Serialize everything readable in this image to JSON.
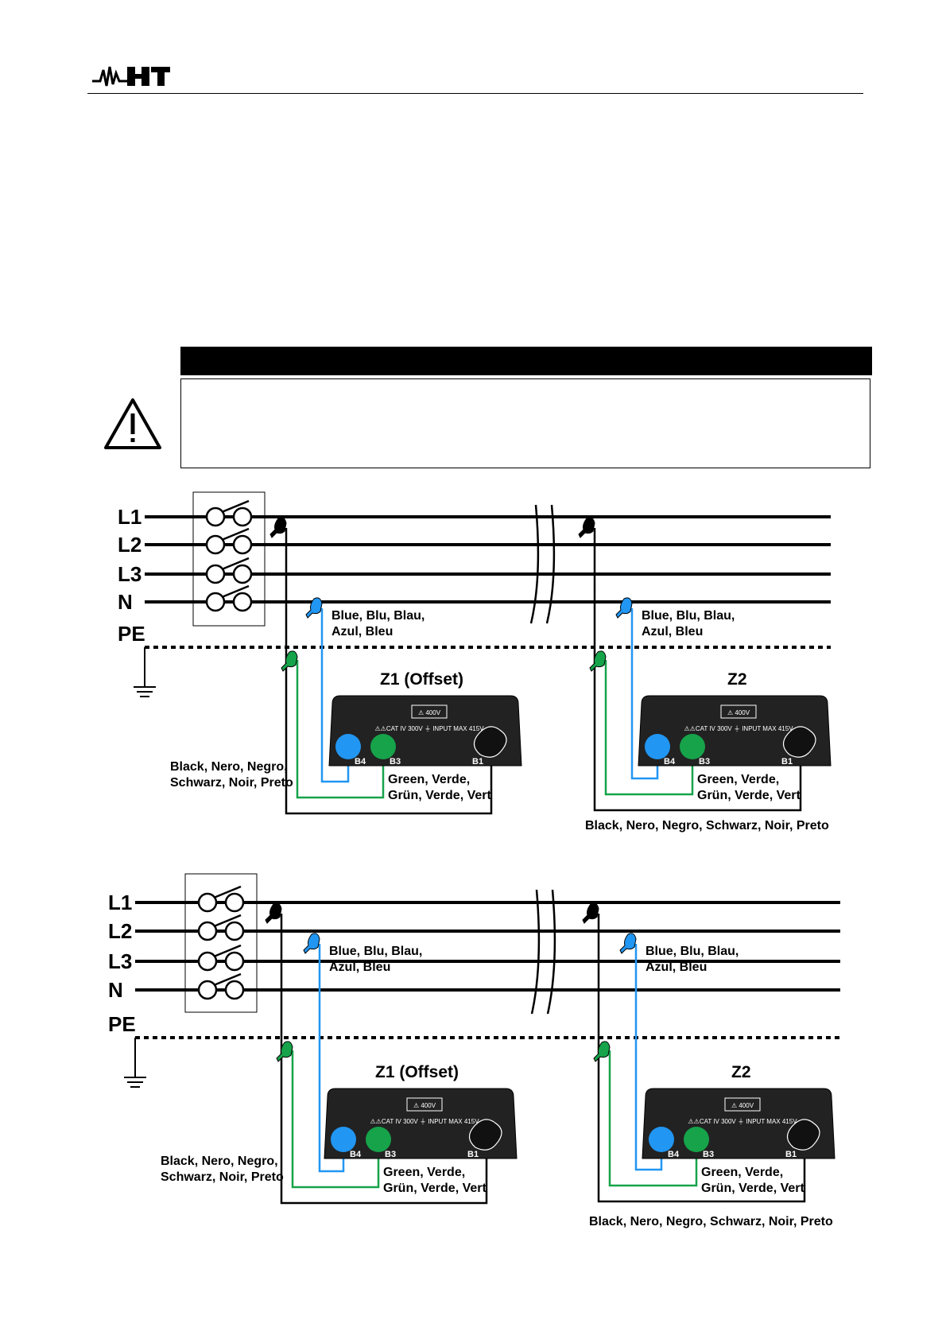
{
  "colors": {
    "blue_wire": "#2196f3",
    "green_wire": "#16a34a",
    "black_wire": "#000000",
    "device_body": "#222222"
  },
  "icons": {
    "logo": "ht-logo",
    "warning": "warning-triangle-icon"
  },
  "diagrams": [
    {
      "lines": [
        "L1",
        "L2",
        "L3",
        "N",
        "PE"
      ],
      "blue_label": [
        "Blue, Blu, Blau,",
        "Azul, Bleu"
      ],
      "green_label": [
        "Green, Verde,",
        "Grün, Verde, Vert"
      ],
      "black_label_left": [
        "Black, Nero, Negro,",
        "Schwarz, Noir, Preto"
      ],
      "black_label_right": "Black, Nero, Negro, Schwarz, Noir, Preto",
      "zone1": "Z1 (Offset)",
      "zone2": "Z2",
      "device": {
        "rating": "400V",
        "cat": "CAT IV 300V ⏚ INPUT MAX 415V",
        "terminals": [
          "B4",
          "B3",
          "B1"
        ]
      }
    },
    {
      "lines": [
        "L1",
        "L2",
        "L3",
        "N",
        "PE"
      ],
      "blue_label": [
        "Blue, Blu, Blau,",
        "Azul, Bleu"
      ],
      "green_label": [
        "Green, Verde,",
        "Grün, Verde, Vert"
      ],
      "black_label_left": [
        "Black, Nero, Negro,",
        "Schwarz, Noir, Preto"
      ],
      "black_label_right": "Black, Nero, Negro, Schwarz, Noir, Preto",
      "zone1": "Z1 (Offset)",
      "zone2": "Z2",
      "device": {
        "rating": "400V",
        "cat": "CAT IV 300V ⏚ INPUT MAX 415V",
        "terminals": [
          "B4",
          "B3",
          "B1"
        ]
      }
    }
  ]
}
